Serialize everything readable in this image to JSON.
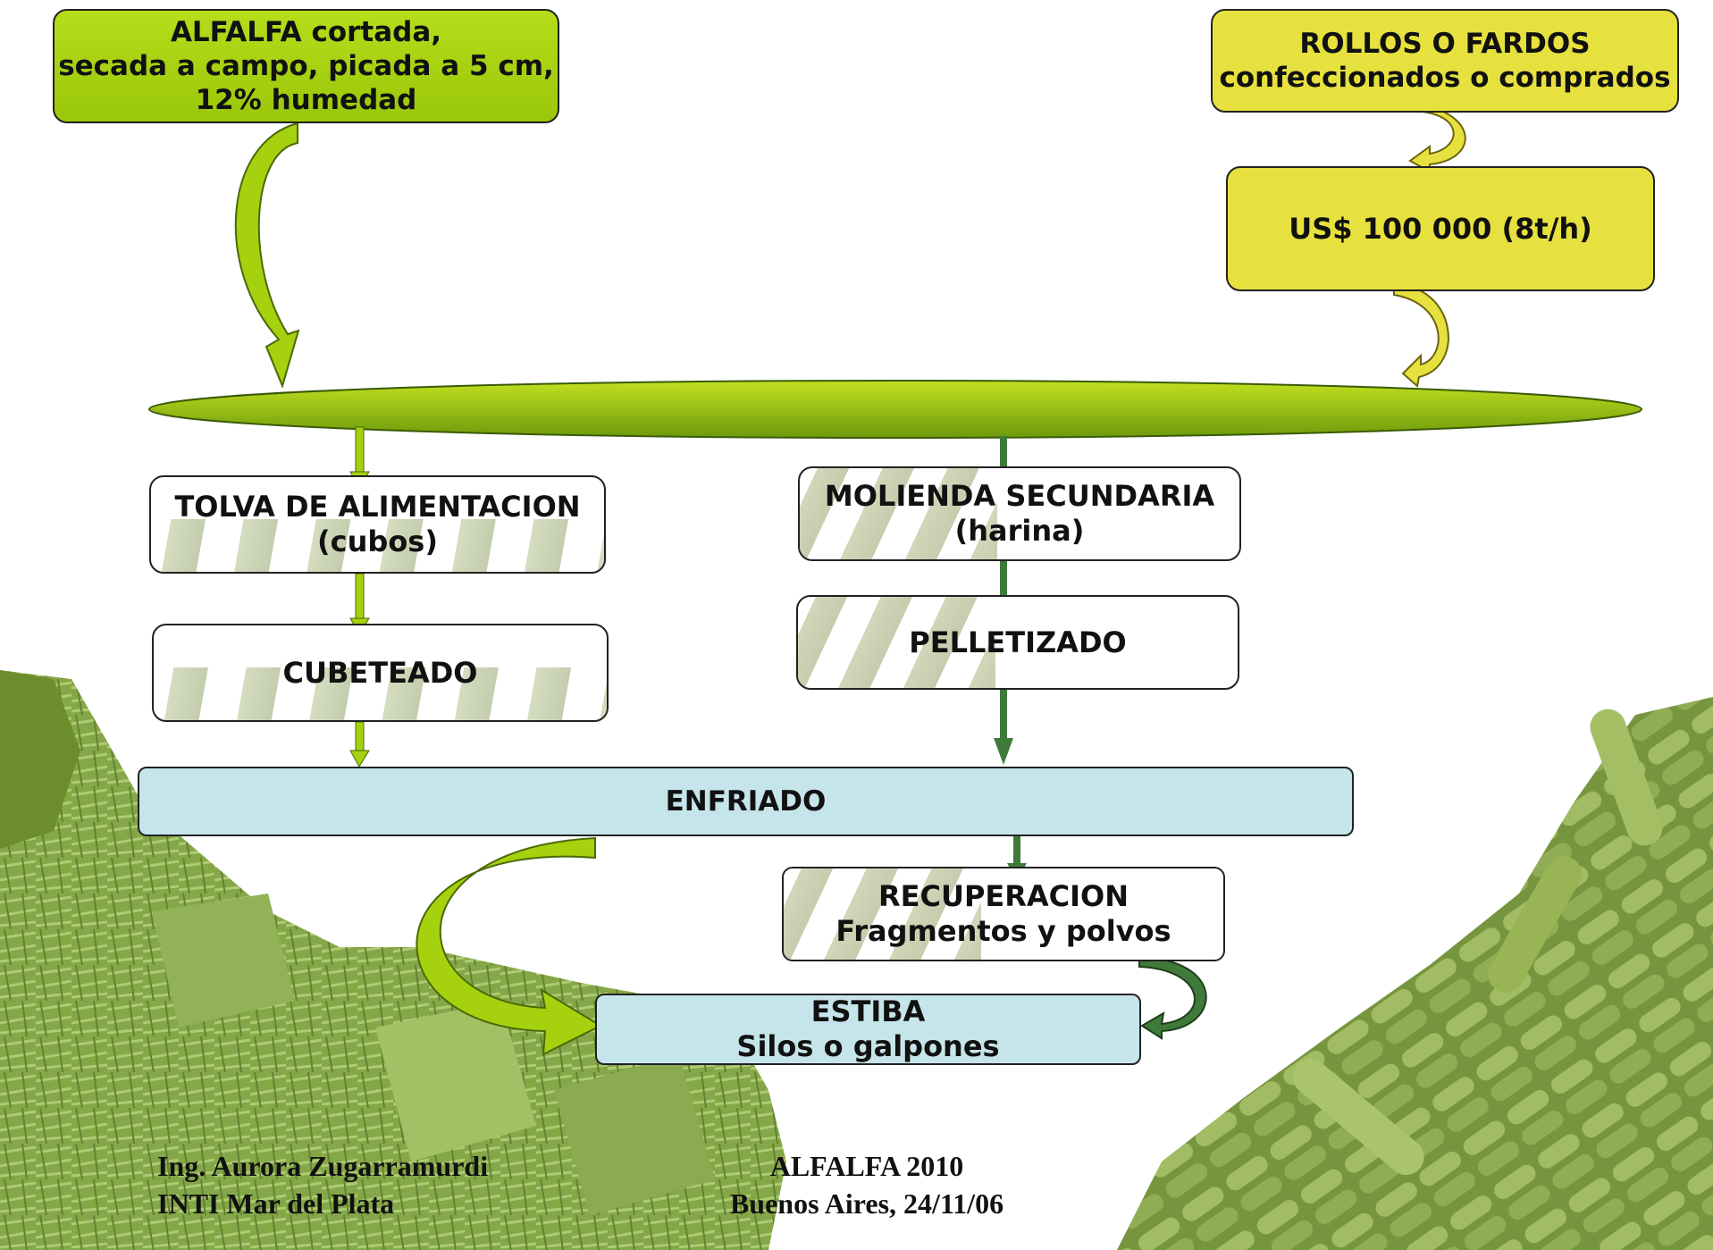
{
  "boxes": {
    "alfalfa": {
      "lines": [
        "ALFALFA cortada,",
        "secada a campo, picada a 5 cm,",
        "12% humedad"
      ]
    },
    "rollos": {
      "lines": [
        "ROLLOS O FARDOS",
        "confeccionados o comprados"
      ]
    },
    "costo": {
      "text": "US$ 100 000 (8t/h)"
    },
    "tolva": {
      "lines": [
        "TOLVA DE ALIMENTACION",
        "(cubos)"
      ]
    },
    "molienda": {
      "lines": [
        "MOLIENDA SECUNDARIA",
        "(harina)"
      ]
    },
    "cubeteado": {
      "text": "CUBETEADO"
    },
    "pelletizado": {
      "text": "PELLETIZADO"
    },
    "enfriado": {
      "text": "ENFRIADO"
    },
    "recuperacion": {
      "lines": [
        "RECUPERACION",
        "Fragmentos y polvos"
      ]
    },
    "estiba": {
      "lines": [
        "ESTIBA",
        "Silos o galpones"
      ]
    }
  },
  "footer": {
    "author": "Ing. Aurora Zugarramurdi",
    "institution": "INTI Mar del Plata",
    "event": "ALFALFA 2010",
    "place_date": "Buenos Aires, 24/11/06"
  },
  "colors": {
    "lime": "#a6d10f",
    "yellow": "#e6e13e",
    "cyan": "#c6e5ea",
    "dark_green": "#3f7a3a"
  }
}
